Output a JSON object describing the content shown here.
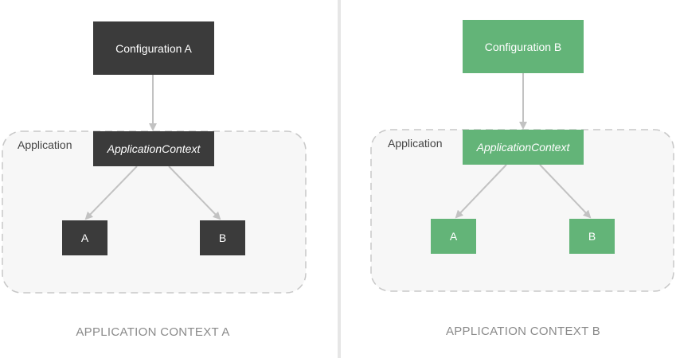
{
  "panels": [
    {
      "config_label": "Configuration A",
      "application_label": "Application",
      "context_label": "ApplicationContext",
      "bean_a": "A",
      "bean_b": "B",
      "caption": "APPLICATION CONTEXT A",
      "box_color": "#3b3b3b"
    },
    {
      "config_label": "Configuration B",
      "application_label": "Application",
      "context_label": "ApplicationContext",
      "bean_a": "A",
      "bean_b": "B",
      "caption": "APPLICATION CONTEXT B",
      "box_color": "#63b478"
    }
  ],
  "colors": {
    "arrow": "#c2c2c2",
    "container_border": "#c8c8c8",
    "container_fill": "#f7f7f7",
    "divider": "#e6e6e6",
    "caption": "#8a8a8a"
  }
}
